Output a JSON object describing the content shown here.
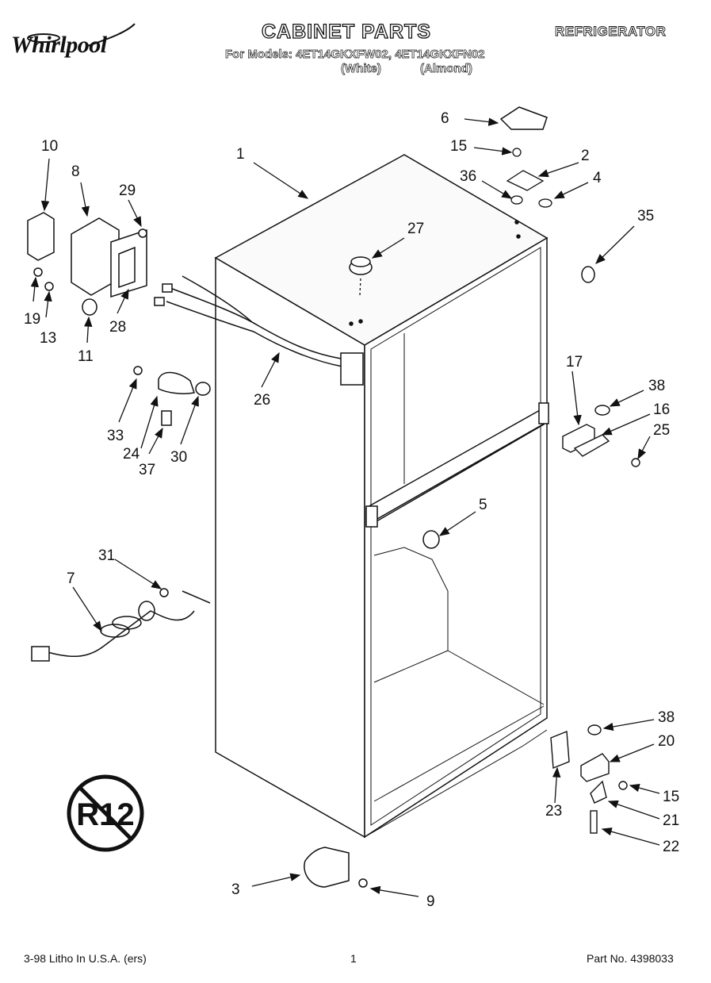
{
  "header": {
    "brand": "Whirlpool",
    "title": "CABINET PARTS",
    "appliance": "REFRIGERATOR",
    "models_line": "For Models: 4ET14GKXFW02, 4ET14GKXFN02",
    "variant_white": "(White)",
    "variant_almond": "(Almond)"
  },
  "badge": {
    "text": "R12"
  },
  "footer": {
    "litho": "3-98 Litho In U.S.A. (ers)",
    "page": "1",
    "part_no": "Part No. 4398033"
  },
  "callouts": {
    "n1": "1",
    "n2": "2",
    "n3": "3",
    "n4": "4",
    "n5": "5",
    "n6": "6",
    "n7": "7",
    "n8": "8",
    "n9": "9",
    "n10": "10",
    "n11": "11",
    "n13": "13",
    "n15a": "15",
    "n15b": "15",
    "n16": "16",
    "n17": "17",
    "n19": "19",
    "n20": "20",
    "n21": "21",
    "n22": "22",
    "n23": "23",
    "n24": "24",
    "n25": "25",
    "n26": "26",
    "n27": "27",
    "n28": "28",
    "n29": "29",
    "n30": "30",
    "n31": "31",
    "n33": "33",
    "n35": "35",
    "n36": "36",
    "n37": "37",
    "n38a": "38",
    "n38b": "38"
  }
}
